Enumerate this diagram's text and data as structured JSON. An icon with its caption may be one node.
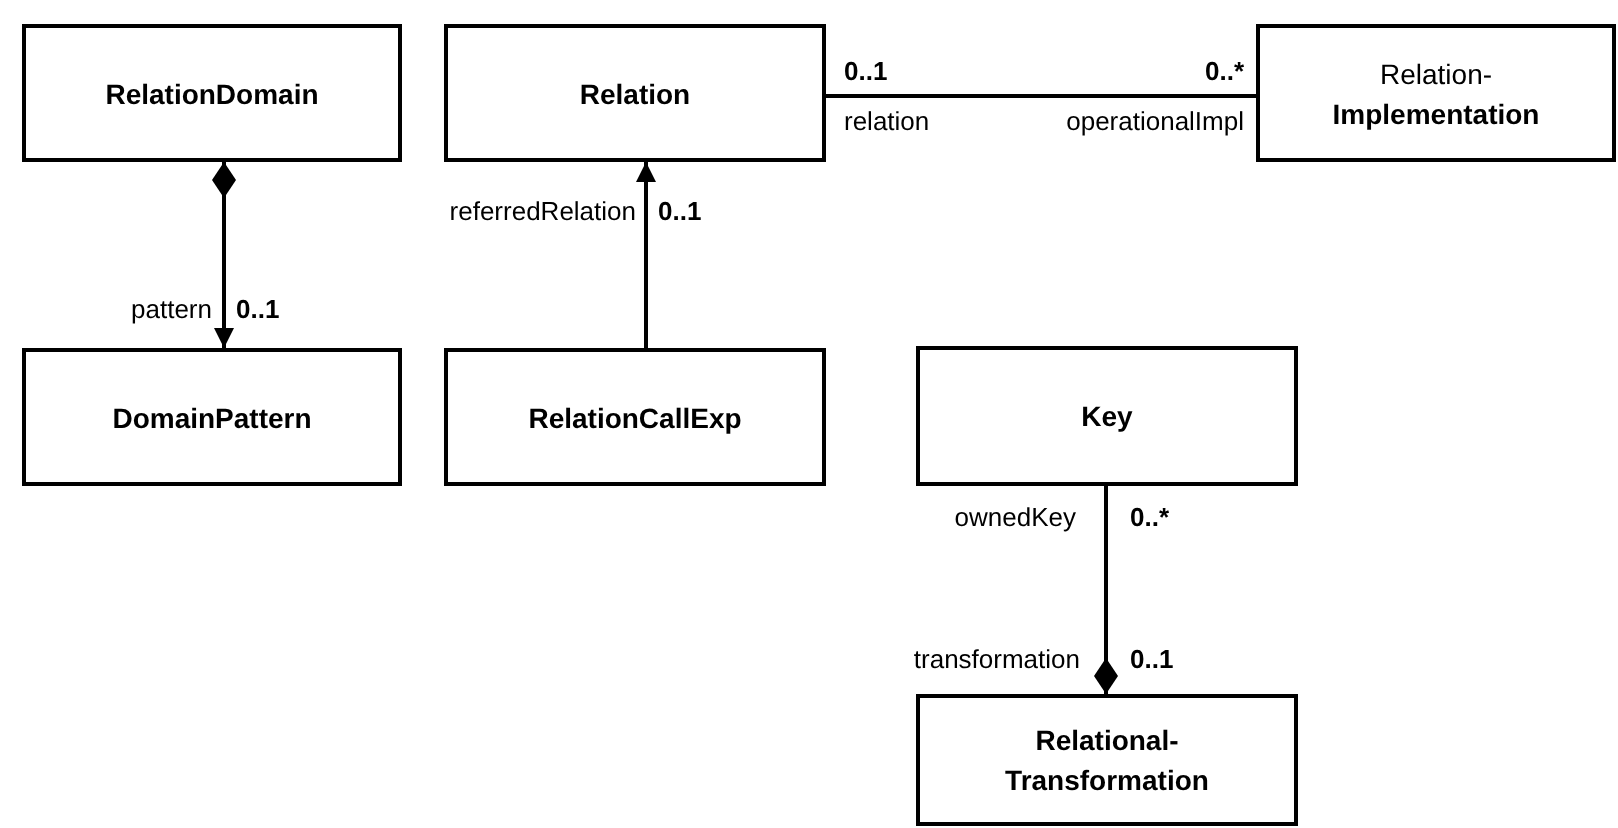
{
  "diagram": {
    "nodes": [
      {
        "text": [
          "RelationDomain"
        ]
      },
      {
        "text": [
          "Relation"
        ]
      },
      {
        "text": [
          "Relation- **Implementation**"
        ]
      },
      {
        "text": [
          "DomainPattern"
        ]
      },
      {
        "text": [
          "RelationCallExp"
        ]
      },
      {
        "text": [
          "Key"
        ]
      },
      {
        "text": [
          "Relational- Transformation"
        ]
      }
    ],
    "edges": [
      {
        "from": 0,
        "to": 3,
        "arrow": "to"
      },
      {
        "from": 4,
        "to": 1,
        "arrow": "to"
      },
      {
        "from": 1,
        "to": 2,
        "arrow": "none"
      },
      {
        "from": 5,
        "to": 6,
        "arrow": "other"
      }
    ],
    "labels": [
      "0..1",
      "0..*",
      "relation",
      "operationalImpl",
      "referredRelation",
      "0..1",
      "pattern",
      "0..1",
      "ownedKey",
      "0..*",
      "transformation",
      "0..1"
    ]
  }
}
